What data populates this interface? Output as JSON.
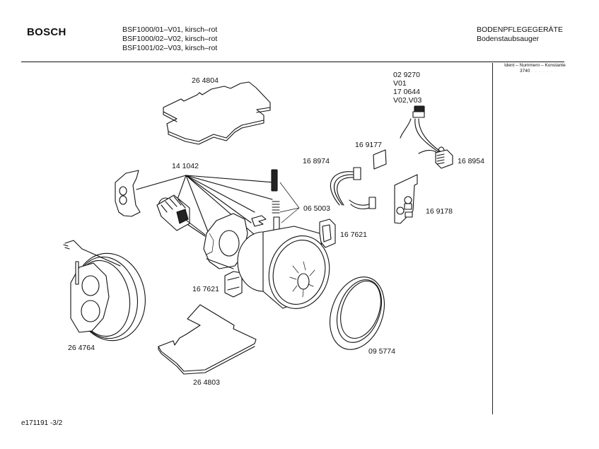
{
  "header": {
    "brand": "BOSCH",
    "models": [
      "BSF1000/01–V01, kirsch–rot",
      "BSF1000/02–V02, kirsch–rot",
      "BSF1001/02–V03, kirsch–rot"
    ],
    "category": "BODENPFLEGEGERÄTE",
    "subcategory": "Bodenstaubsauger"
  },
  "ident": {
    "title": "Ident – Nummern – Konstante",
    "value": "3740",
    "dots": ". .   . . . ."
  },
  "parts": [
    {
      "id": "p264804",
      "number": "26 4804",
      "name": "filter-plate-top"
    },
    {
      "id": "p029270",
      "number": "02 9270",
      "name": "switch-v01"
    },
    {
      "id": "pv01",
      "number": "V01",
      "name": "variant-v01"
    },
    {
      "id": "p170644",
      "number": "17 0644",
      "name": "switch-v02-v03"
    },
    {
      "id": "pv0203",
      "number": "V02,V03",
      "name": "variant-v02-v03"
    },
    {
      "id": "p169177",
      "number": "16 9177",
      "name": "small-plate"
    },
    {
      "id": "p168974",
      "number": "16 8974",
      "name": "ribbon-cable"
    },
    {
      "id": "p168954",
      "number": "16 8954",
      "name": "connector-block"
    },
    {
      "id": "p141042",
      "number": "14 1042",
      "name": "motor-assembly"
    },
    {
      "id": "p065003",
      "number": "06 5003",
      "name": "carbon-brush-set"
    },
    {
      "id": "p169178",
      "number": "16 9178",
      "name": "circuit-board"
    },
    {
      "id": "p167621a",
      "number": "16 7621",
      "name": "motor-mount-upper"
    },
    {
      "id": "p167621b",
      "number": "16 7621",
      "name": "motor-mount-lower"
    },
    {
      "id": "p264764",
      "number": "26 4764",
      "name": "cable-reel"
    },
    {
      "id": "p095774",
      "number": "09 5774",
      "name": "seal-ring"
    },
    {
      "id": "p264803",
      "number": "26 4803",
      "name": "filter-plate-bottom"
    }
  ],
  "footer": {
    "drawing_id": "e171191 -3/2"
  }
}
